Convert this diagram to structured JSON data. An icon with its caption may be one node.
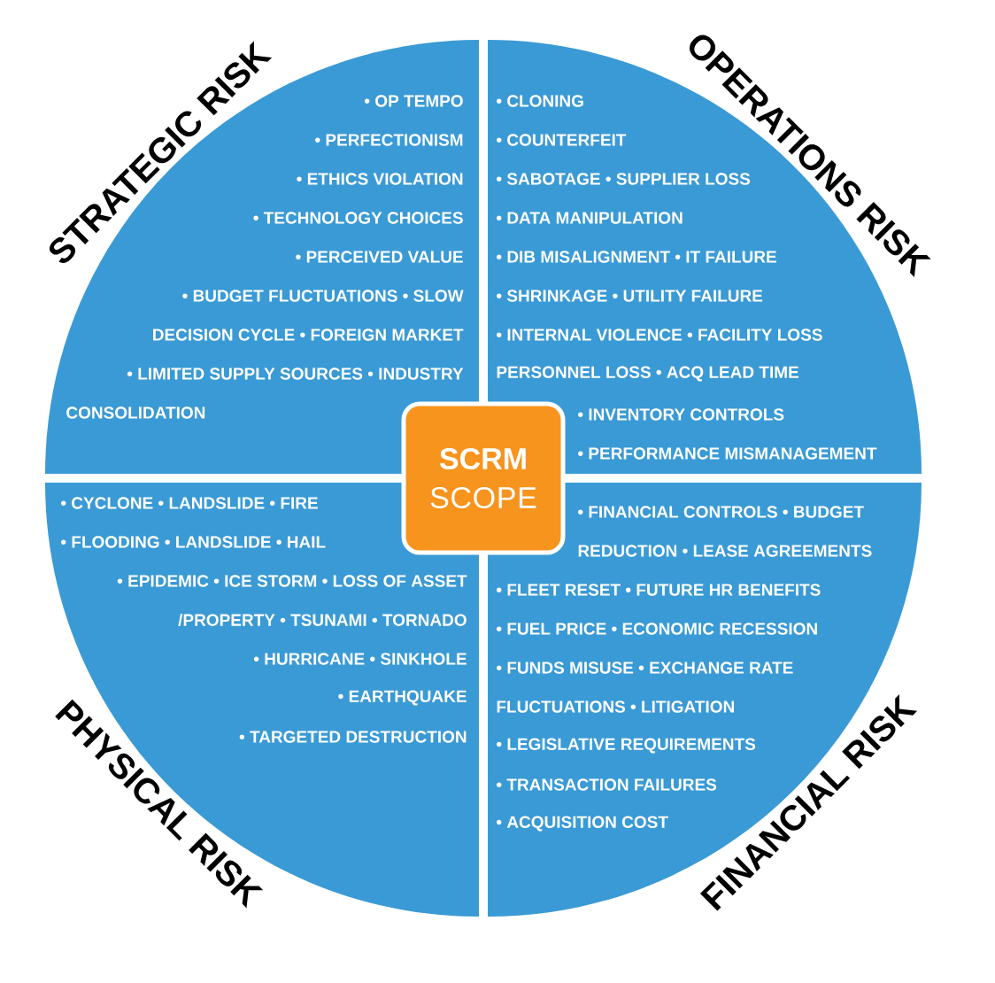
{
  "diagram": {
    "nodes": [
      {
        "text": [
          "STRATEGIC RISK",
          "• OP TEMPO",
          "• PERFECTIONISM",
          "• ETHICS VIOLATION",
          "• TECHNOLOGY CHOICES",
          "• PERCEIVED VALUE",
          "• BUDGET FLUCTUATIONS • SLOW",
          "DECISION CYCLE • FOREIGN MARKET",
          "• LIMITED SUPPLY SOURCES • INDUSTRY",
          "CONSOLIDATION"
        ]
      },
      {
        "text": [
          "OPERATIONS RISK",
          "• CLONING",
          "• COUNTERFEIT",
          "• SABOTAGE • SUPPLIER LOSS",
          "• DATA MANIPULATION",
          "• DIB MISALIGNMENT • IT FAILURE",
          "• SHRINKAGE • UTILITY FAILURE",
          "• INTERNAL VIOLENCE • FACILITY LOSS",
          "PERSONNEL LOSS • ACQ LEAD TIME",
          "• INVENTORY CONTROLS",
          "• PERFORMANCE MISMANAGEMENT"
        ]
      },
      {
        "text": [
          "PHYSICAL RISK",
          "• CYCLONE • LANDSLIDE • FIRE",
          "• FLOODING • LANDSLIDE • HAIL",
          "• EPIDEMIC • ICE STORM • LOSS OF ASSET",
          "/PROPERTY • TSUNAMI • TORNADO",
          "• HURRICANE • SINKHOLE",
          "• EARTHQUAKE",
          "• TARGETED DESTRUCTION"
        ]
      },
      {
        "text": [
          "FINANCIAL RISK",
          "• FINANCIAL CONTROLS • BUDGET",
          "REDUCTION • LEASE AGREEMENTS",
          "• FLEET RESET • FUTURE HR BENEFITS",
          "• FUEL PRICE • ECONOMIC RECESSION",
          "• FUNDS MISUSE • EXCHANGE RATE",
          "FLUCTUATIONS • LITIGATION",
          "• LEGISLATIVE REQUIREMENTS",
          "• TRANSACTION FAILURES",
          "• ACQUISITION COST"
        ]
      },
      {
        "text": [
          "SCRM",
          "SCOPE"
        ]
      }
    ]
  }
}
